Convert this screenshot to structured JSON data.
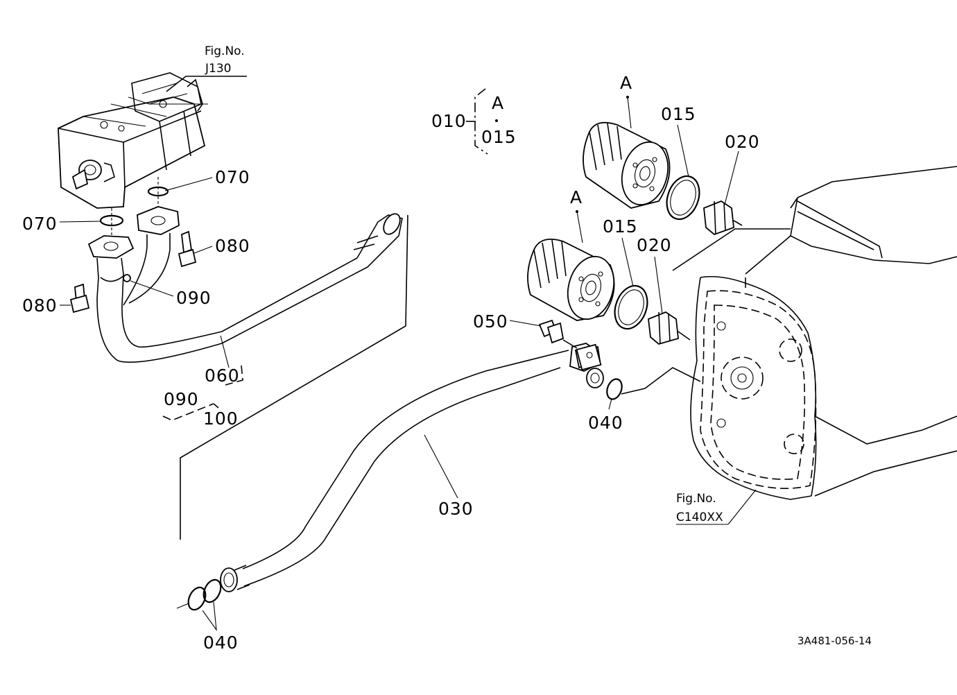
{
  "figure_refs": {
    "pump": {
      "prefix": "Fig.No.",
      "code": "J130"
    },
    "transmission": {
      "prefix": "Fig.No.",
      "code": "C140XX"
    }
  },
  "assembly_note": {
    "part": "010",
    "letter": "A",
    "sub_part": "015"
  },
  "callouts": {
    "filter_letter_upper": "A",
    "filter_letter_lower": "A",
    "p015_upper": "015",
    "p015_lower": "015",
    "p020_upper": "020",
    "p020_lower": "020",
    "p070_right": "070",
    "p070_left": "070",
    "p080_right": "080",
    "p080_left": "080",
    "p090": "090",
    "p060": "060",
    "p090_group": "090",
    "p100": "100",
    "p050": "050",
    "p040_right": "040",
    "p040_bottom": "040",
    "p030": "030"
  },
  "drawing_code": "3A481-056-14"
}
